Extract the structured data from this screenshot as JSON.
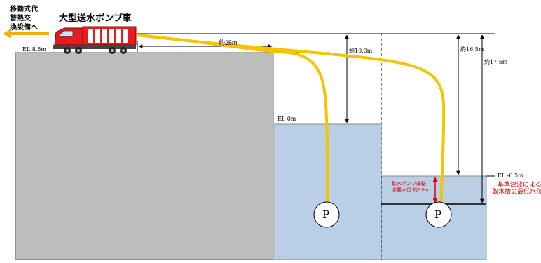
{
  "diagram": {
    "arrow_destination_label": [
      "移動式代",
      "替熱交",
      "換設備へ"
    ],
    "truck_label": "大型送水ポンプ車",
    "elevations": {
      "ground": "EL 8.5m",
      "sea_level": "EL 0m",
      "minimum_level": "EL -6.5m"
    },
    "distances": {
      "horizontal": "約25m",
      "to_sea_level": "約10.0m",
      "to_minimum_level": "約16.5m",
      "to_pump": "約17.5m"
    },
    "minimum_level_note": [
      "基準津波による",
      "取水槽の最低水位"
    ],
    "pump_requirement_note": [
      "取水ポンプ運転",
      "必要水位 約1.0m"
    ],
    "pump_symbol": "P",
    "colors": {
      "hose": "#f5c400",
      "ground": "#bdbdbd",
      "water": "#b8cfe6",
      "truck": "#e41e1e",
      "note": "#e00000",
      "arrow": "#f2b000"
    }
  }
}
